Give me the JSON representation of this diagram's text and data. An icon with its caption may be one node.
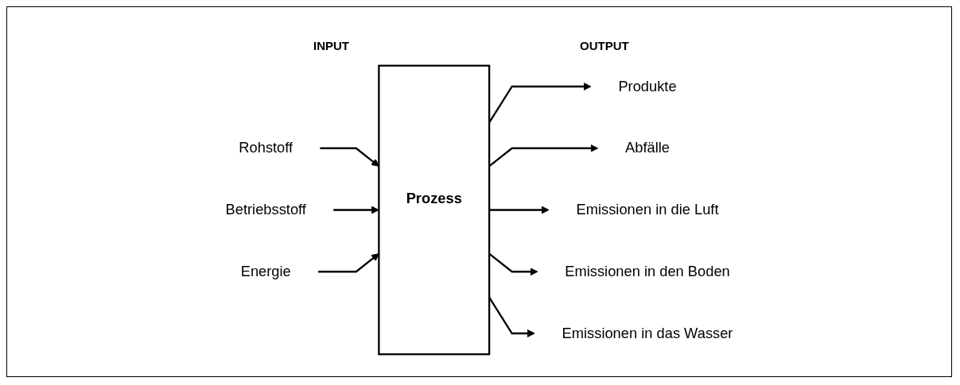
{
  "diagram": {
    "nodes": [
      {
        "text": [
          "Rohstoff"
        ]
      },
      {
        "text": [
          "Betriebsstoff"
        ]
      },
      {
        "text": [
          "Energie"
        ]
      },
      {
        "text": [
          "Prozess"
        ]
      },
      {
        "text": [
          "Produkte"
        ]
      },
      {
        "text": [
          "Abfälle"
        ]
      },
      {
        "text": [
          "Emissionen in die Luft"
        ]
      },
      {
        "text": [
          "Emissionen in den Boden"
        ]
      },
      {
        "text": [
          "Emissionen in das Wasser"
        ]
      }
    ],
    "edges": [
      {
        "from": 0,
        "to": 3,
        "arrow": "to"
      },
      {
        "from": 1,
        "to": 3,
        "arrow": "to"
      },
      {
        "from": 2,
        "to": 3,
        "arrow": "to"
      },
      {
        "from": 3,
        "to": 4,
        "arrow": "to"
      },
      {
        "from": 3,
        "to": 5,
        "arrow": "to"
      },
      {
        "from": 3,
        "to": 6,
        "arrow": "to"
      },
      {
        "from": 3,
        "to": 7,
        "arrow": "to"
      },
      {
        "from": 3,
        "to": 8,
        "arrow": "to"
      }
    ],
    "labels": [
      "INPUT",
      "OUTPUT"
    ]
  }
}
